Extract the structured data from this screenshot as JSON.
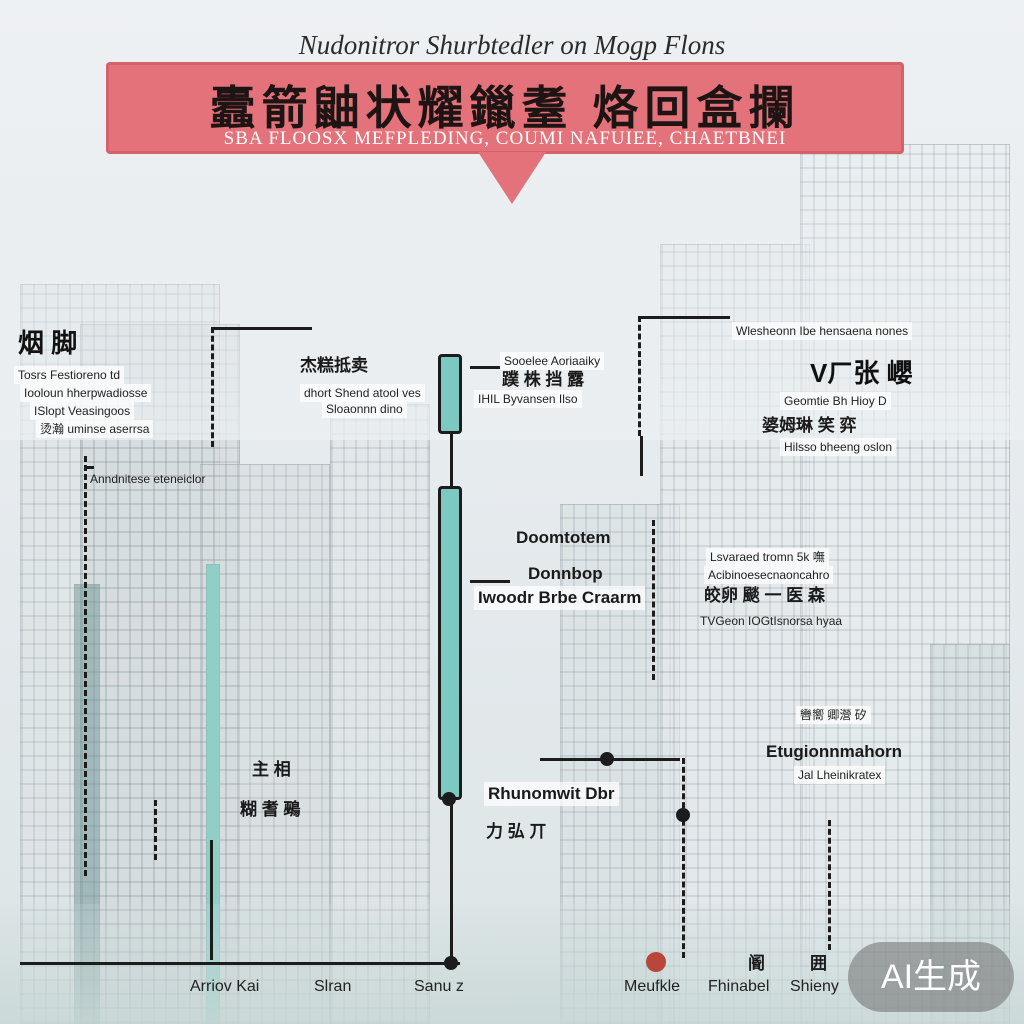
{
  "header": {
    "caption": "Nudonitror Shurbtedler on Mogp Flons",
    "title": "蠹箭鼬状耀鑞耋 烙回盒攔",
    "subtitle": "SBA FLOOSX MEFPLEDING, COUMI NAFUIEE, CHAETBNEI"
  },
  "labels": {
    "left_zh": "烟 脚",
    "left_en1": "Tosrs Festioreno td",
    "left_en2": "Iooloun hherpwadiosse",
    "left_en3": "ISlopt Veasingoos",
    "left_zh2": "烫瀚 uminse aserrsa",
    "left_en4": "Anndnitese eteneiclor",
    "upper_mid_zh": "杰糕抵卖",
    "upper_mid_en1": "dhort Shend atool ves",
    "upper_mid_en2": "Sloaonnn dino",
    "center_a_en": "Sooelee Aoriaaiky",
    "center_a_zh": "蹼 株 挡 露",
    "center_a_en2": "IHIL Byvansen Ilso",
    "right_top_en": "Wlesheonn Ibe hensaena nones",
    "right_top_big": "Vㄏ张 巊",
    "right_top_en2": "Geomtie Bh Hioy D",
    "right_top_zh": "婆姆琳 笑 弈",
    "right_top_en3": "Hilsso bheeng oslon",
    "center_b_en1": "Doomtotem",
    "center_b_en2": "Donnbop",
    "center_b_en3": "Iwoodr Brbe Craarm",
    "right_mid_en1": "Lsvaraed tromn 5k 嘸",
    "right_mid_en2": "Acibinoesecnaoncahro",
    "right_mid_zh": "皎卵 颷 一 医 森",
    "right_mid_en3": "TVGeon IOGtIsnorsa hyaa",
    "lower_left_zh": "主 相",
    "lower_left_zh2": "糊 耆 鵐",
    "lower_mid_en": "Rhunomwit Dbr",
    "lower_mid_zh": "力 弘 丌",
    "right_low_zh": "轡嚮 卿瀯 矽",
    "right_low_en1": "Etugionnmahorn",
    "right_low_en2": "Jal Lheinikratex"
  },
  "bottom": {
    "stop1": "Arriov Kai",
    "stop2": "Slran",
    "stop3": "Sanu z",
    "stop4": "Meufkle",
    "stop5": "Fhinabel",
    "stop6": "Shieny",
    "sign1": "阍",
    "sign2": "囲"
  },
  "watermark": "AI生成",
  "colors": {
    "banner": "#e3727a",
    "trunk": "#7cc9c2",
    "line": "#1c1c1c"
  }
}
